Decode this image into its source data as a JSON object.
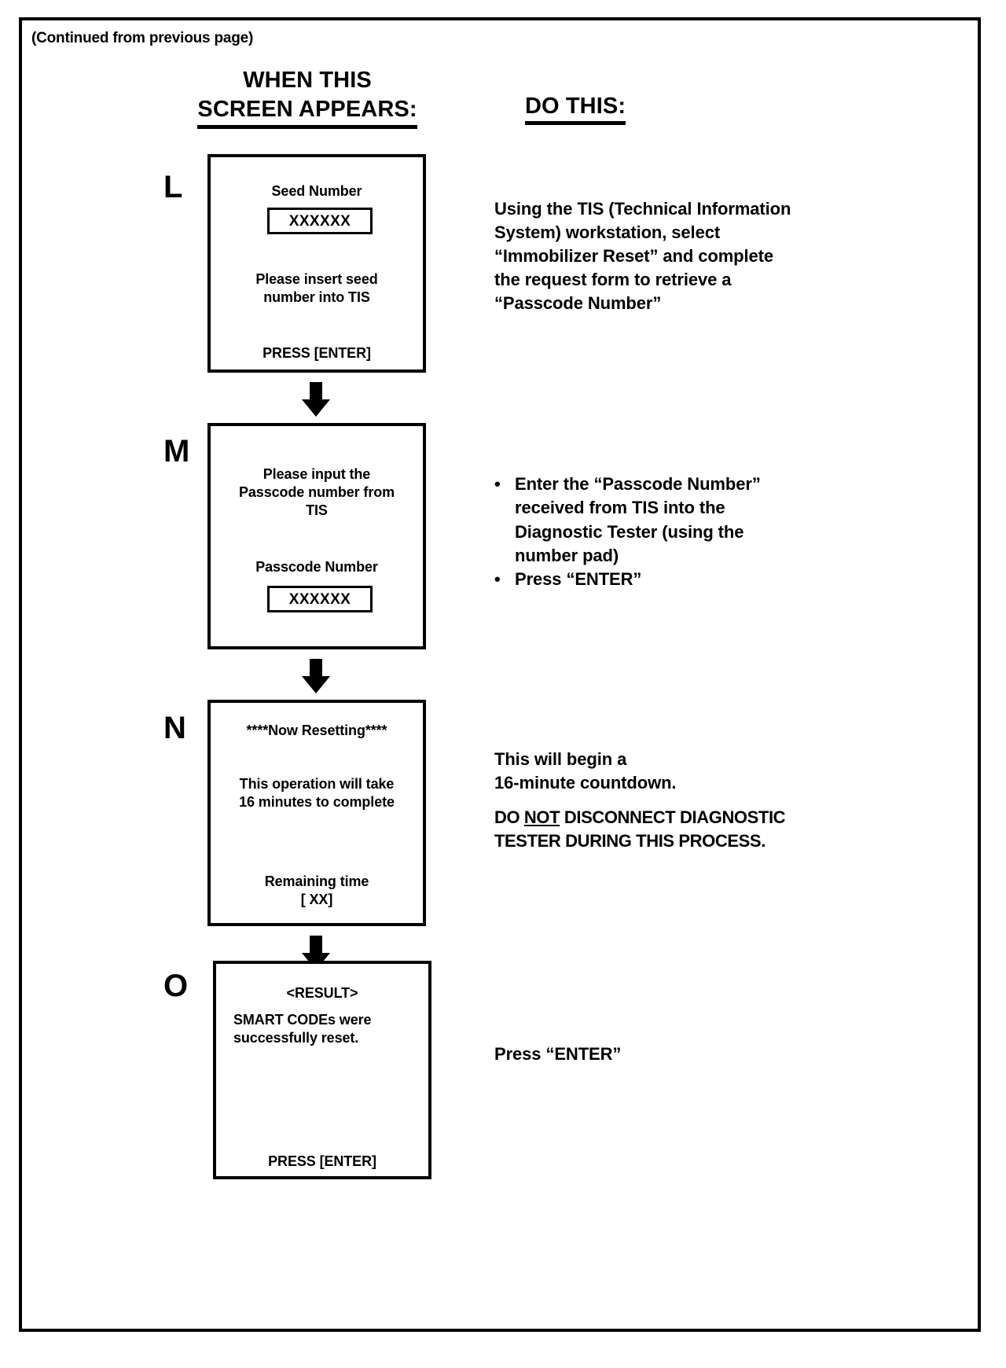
{
  "page": {
    "continued_note": "(Continued from previous page)"
  },
  "headers": {
    "left_line1": "WHEN THIS",
    "left_line2": "SCREEN APPEARS:",
    "right": "DO THIS:"
  },
  "steps": [
    {
      "letter": "L",
      "screen": {
        "title": "Seed Number",
        "value": "XXXXXX",
        "message_line1": "Please insert seed",
        "message_line2": "number into TIS",
        "footer": "PRESS [ENTER]"
      },
      "instruction": {
        "type": "paragraph",
        "lines": [
          "Using the TIS (Technical Information",
          "System) workstation, select",
          "“Immobilizer Reset” and complete",
          "the request form to retrieve a",
          "“Passcode Number”"
        ]
      }
    },
    {
      "letter": "M",
      "screen": {
        "prompt_line1": "Please input the",
        "prompt_line2": "Passcode number from",
        "prompt_line3": "TIS",
        "title": "Passcode Number",
        "value": "XXXXXX"
      },
      "instruction": {
        "type": "bullets",
        "bullets": [
          {
            "lines": [
              "Enter the “Passcode Number”",
              "received from TIS into the",
              "Diagnostic Tester (using the",
              "number pad)"
            ]
          },
          {
            "lines": [
              "Press “ENTER”"
            ]
          }
        ]
      }
    },
    {
      "letter": "N",
      "screen": {
        "title": "****Now Resetting****",
        "message_line1": "This operation will take",
        "message_line2": "16 minutes to complete",
        "footer_line1": "Remaining time",
        "footer_line2": "[ XX]"
      },
      "instruction": {
        "type": "paragraph-warning",
        "lines": [
          "This will begin a",
          "16-minute countdown."
        ],
        "warning_prefix": "DO ",
        "warning_underlined": "NOT",
        "warning_rest": " DISCONNECT DIAGNOSTIC",
        "warning_line2": "TESTER DURING THIS PROCESS."
      }
    },
    {
      "letter": "O",
      "screen": {
        "title": "<RESULT>",
        "message_line1": "SMART CODEs were",
        "message_line2": "successfully reset.",
        "footer": "PRESS [ENTER]"
      },
      "instruction": {
        "type": "paragraph",
        "lines": [
          "Press “ENTER”"
        ]
      }
    }
  ],
  "icons": {
    "flow_arrow": "down-arrow-icon"
  },
  "colors": {
    "ink": "#000000",
    "paper": "#ffffff"
  }
}
